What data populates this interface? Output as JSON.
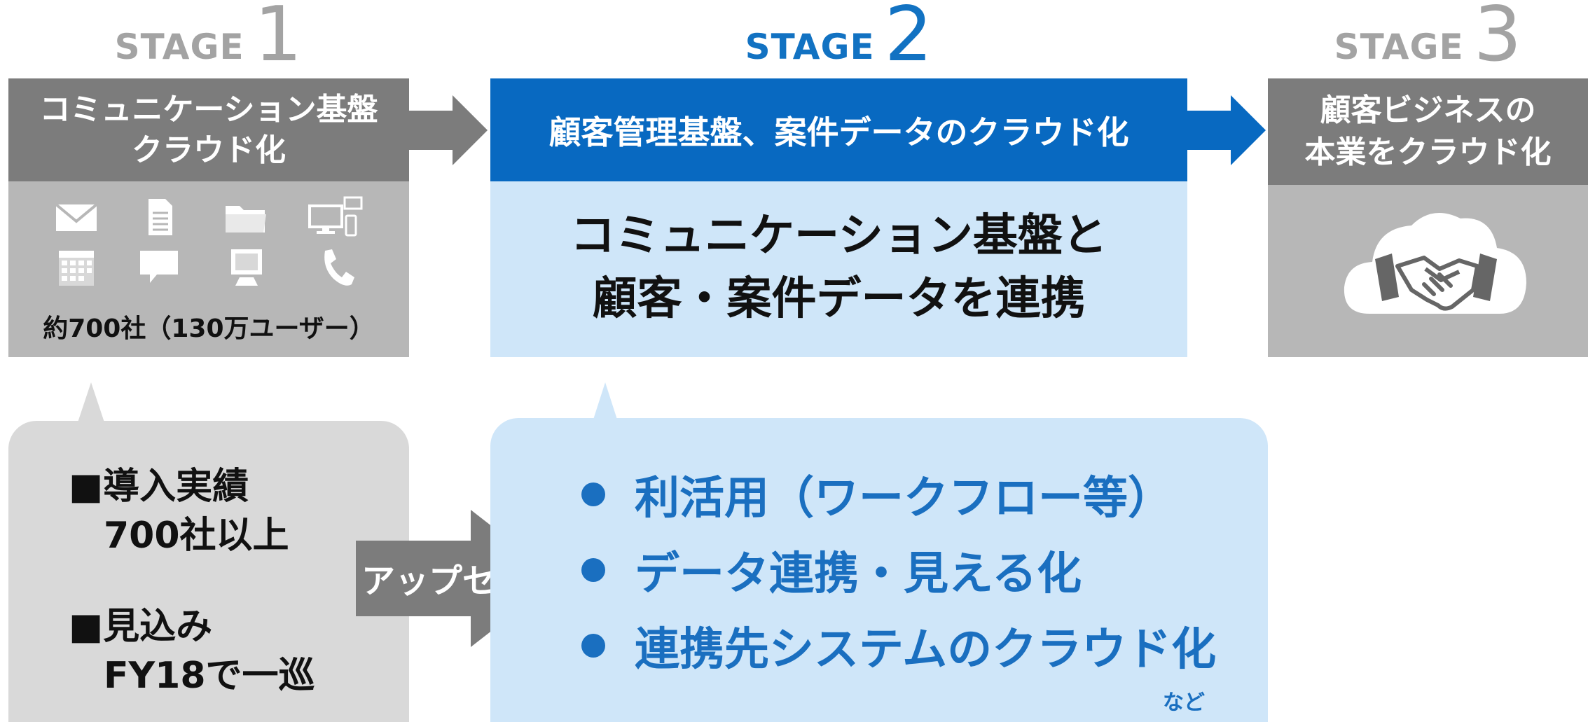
{
  "stages": [
    {
      "word": "STAGE",
      "number": "1",
      "header_lines": [
        "コミュニケーション基盤",
        "クラウド化"
      ],
      "icons": [
        "mail-icon",
        "document-icon",
        "folder-icon",
        "devices-icon",
        "calendar-icon",
        "chat-icon",
        "monitor-icon",
        "phone-icon"
      ],
      "caption": "約700社（130万ユーザー）"
    },
    {
      "word": "STAGE",
      "number": "2",
      "header_lines": [
        "顧客管理基盤、案件データのクラウド化"
      ],
      "body_lines": [
        "コミュニケーション基盤と",
        "顧客・案件データを連携"
      ]
    },
    {
      "word": "STAGE",
      "number": "3",
      "header_lines": [
        "顧客ビジネスの",
        "本業をクラウド化"
      ],
      "icon": "cloud-handshake-icon"
    }
  ],
  "results": {
    "title1": "■導入実績",
    "value1": "700社以上",
    "title2": "■見込み",
    "value2": "FY18で一巡"
  },
  "upsell_label": "アップセル",
  "stage2_bullets": [
    "利活用（ワークフロー等）",
    "データ連携・見える化",
    "連携先システムのクラウド化"
  ],
  "etc_label": "など",
  "colors": {
    "gray_header": "#7c7c7c",
    "gray_body": "#b7b7b7",
    "blue_header": "#0869c1",
    "light_blue": "#cfe6f9",
    "blue_text": "#1a6fc0",
    "stage_gray": "#a3a3a3",
    "stage_blue": "#1272c2"
  }
}
